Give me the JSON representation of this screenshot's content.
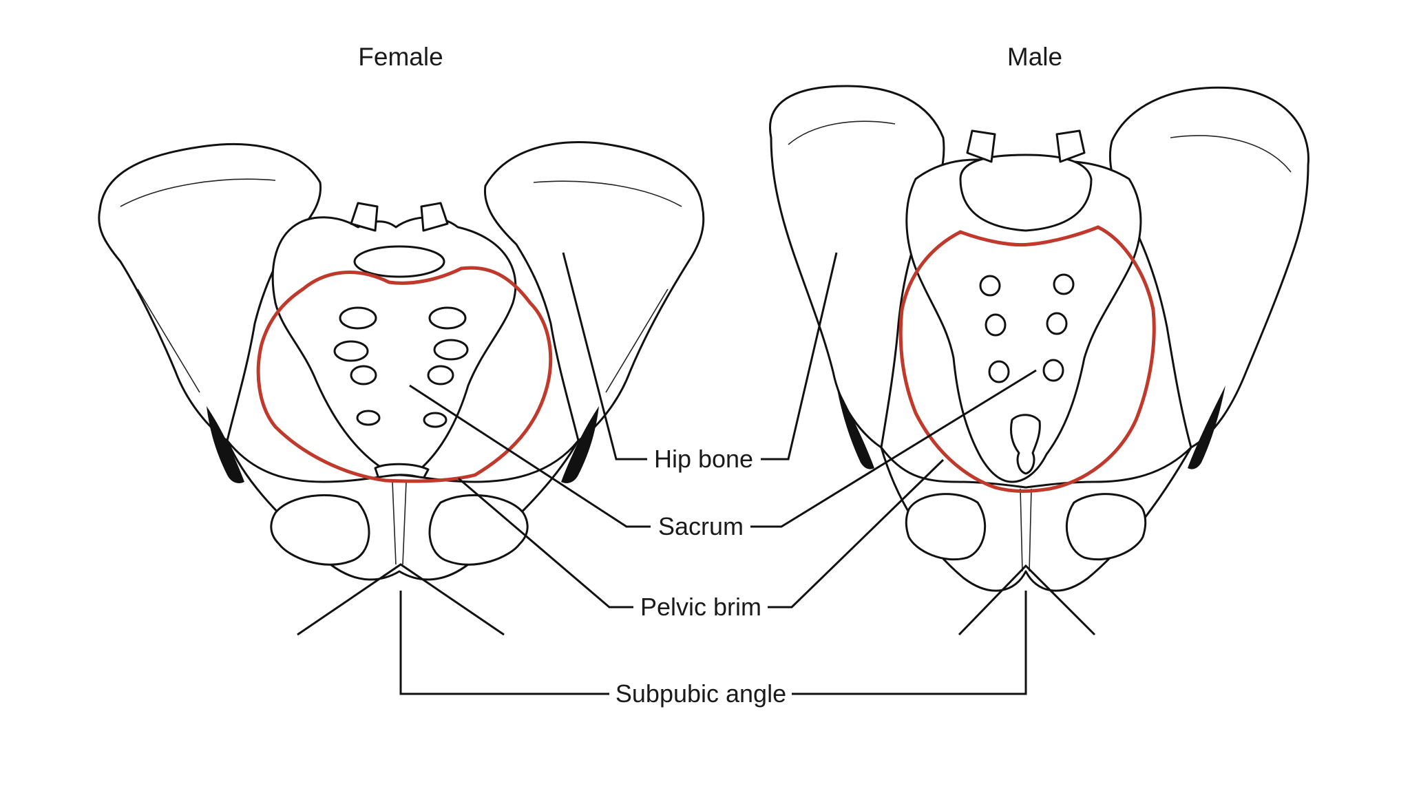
{
  "titles": {
    "female": "Female",
    "male": "Male"
  },
  "labels": {
    "hip_bone": "Hip bone",
    "sacrum": "Sacrum",
    "pelvic_brim": "Pelvic brim",
    "subpubic_angle": "Subpubic angle"
  },
  "colors": {
    "pelvic_brim_outline": "#c0392b",
    "line_art": "#111111",
    "background": "#ffffff"
  }
}
